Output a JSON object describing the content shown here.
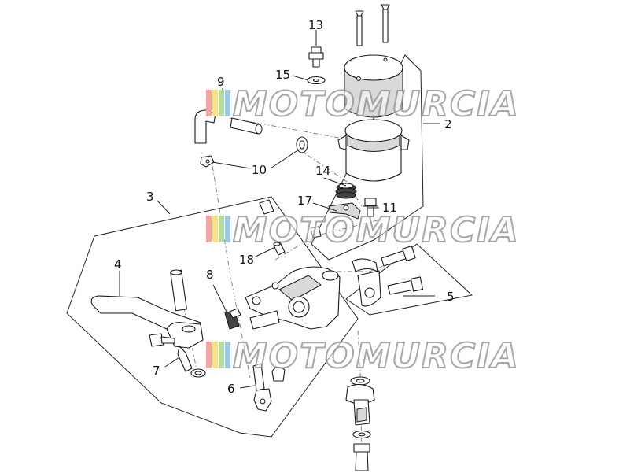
{
  "diagram": {
    "callouts": [
      {
        "id": "2",
        "label": "2"
      },
      {
        "id": "3",
        "label": "3"
      },
      {
        "id": "4",
        "label": "4"
      },
      {
        "id": "5",
        "label": "5"
      },
      {
        "id": "6",
        "label": "6"
      },
      {
        "id": "7",
        "label": "7"
      },
      {
        "id": "8",
        "label": "8"
      },
      {
        "id": "9",
        "label": "9"
      },
      {
        "id": "10",
        "label": "10"
      },
      {
        "id": "11",
        "label": "11"
      },
      {
        "id": "13",
        "label": "13"
      },
      {
        "id": "14",
        "label": "14"
      },
      {
        "id": "15",
        "label": "15"
      },
      {
        "id": "17",
        "label": "17"
      },
      {
        "id": "18",
        "label": "18"
      }
    ],
    "watermark": {
      "text": "MOTOMURCIA",
      "stripe_colors": [
        "#f2a6a6",
        "#f6e08a",
        "#b8dca0",
        "#9cc8e6"
      ]
    }
  }
}
